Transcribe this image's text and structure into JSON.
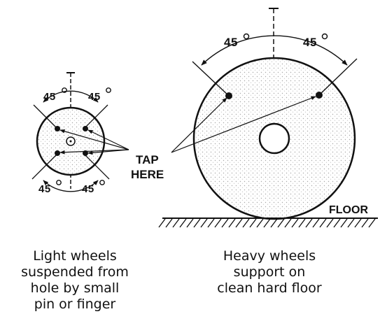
{
  "small_wheel": {
    "angle_top_left": "45",
    "angle_top_right": "45",
    "angle_bottom_left": "45",
    "angle_bottom_right": "45"
  },
  "large_wheel": {
    "angle_top_left": "45",
    "angle_top_right": "45"
  },
  "tap_label": {
    "line1": "TAP",
    "line2": "HERE"
  },
  "floor_label": "FLOOR",
  "captions": {
    "left": [
      "Light wheels",
      "suspended from",
      "hole by small",
      "pin or finger"
    ],
    "right": [
      "Heavy wheels",
      "support on",
      "clean hard floor"
    ]
  },
  "colors": {
    "ink": "#111111",
    "stipple": "#b8b8b8",
    "background": "#ffffff"
  }
}
